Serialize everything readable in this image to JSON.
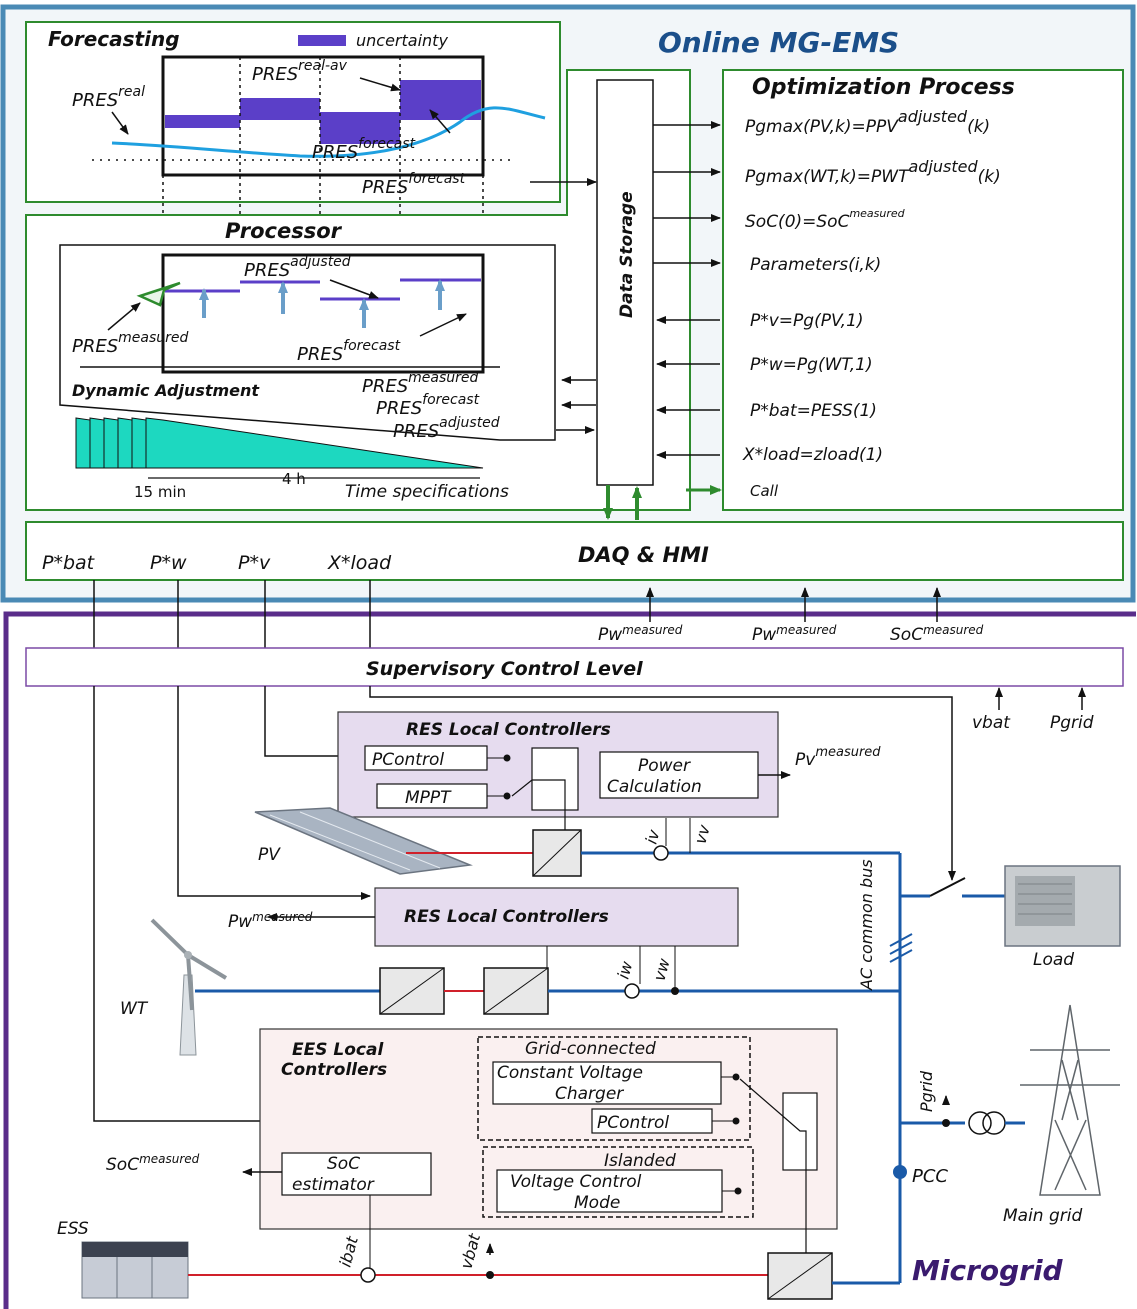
{
  "ems": {
    "title": "Online MG-EMS",
    "forecasting": {
      "title": "Forecasting",
      "legend_label": "uncertainty",
      "pres_real": "PRES",
      "pres_real_sup": "real",
      "pres_realav": "PRES",
      "pres_realav_sup": "real-av",
      "pres_forecast_in": "PRES",
      "pres_forecast_in_sup": "forecast",
      "pres_forecast_out": "PRES",
      "pres_forecast_out_sup": "forecast"
    },
    "processor": {
      "title": "Processor",
      "adjusted": "PRES",
      "adjusted_sup": "adjusted",
      "measured": "PRES",
      "measured_sup": "measured",
      "forecast": "PRES",
      "forecast_sup": "forecast",
      "dynamic": "Dynamic Adjustment",
      "out_measured": "PRES",
      "out_measured_sup": "measured",
      "out_forecast": "PRES",
      "out_forecast_sup": "forecast",
      "out_adjusted": "PRES",
      "out_adjusted_sup": "adjusted",
      "time_15": "15 min",
      "time_4h": "4 h",
      "time_spec": "Time specifications"
    },
    "data_storage": "Data Storage",
    "optimization": {
      "title": "Optimization Process",
      "eq1": "Pgmax(PV,k)=PPV",
      "eq1_sup": "adjusted",
      "eq1_tail": "(k)",
      "eq2": "Pgmax(WT,k)=PWT",
      "eq2_sup": "adjusted",
      "eq2_tail": "(k)",
      "eq3": "SoC(0)=SoC",
      "eq3_sup": "measured",
      "eq4": "Parameters(i,k)",
      "eq5": "P*v=Pg(PV,1)",
      "eq6": "P*w=Pg(WT,1)",
      "eq7": "P*bat=PESS(1)",
      "eq8": "X*load=zload(1)",
      "eq9": "Call"
    },
    "daq": {
      "title": "DAQ & HMI",
      "pbat": "P*bat",
      "pw": "P*w",
      "pv": "P*v",
      "xload": "X*load"
    }
  },
  "microgrid": {
    "title": "Microgrid",
    "inputs": {
      "pw1": "Pw",
      "pw1_sup": "measured",
      "pw2": "Pw",
      "pw2_sup": "measured",
      "soc": "SoC",
      "soc_sup": "measured"
    },
    "supervisory": "Supervisory Control Level",
    "vbat_in": "vbat",
    "pgrid_in": "Pgrid",
    "res1": {
      "title": "RES Local Controllers",
      "pcontrol": "PControl",
      "mppt": "MPPT",
      "power_calc_1": "Power",
      "power_calc_2": "Calculation",
      "pv_out": "Pv",
      "pv_out_sup": "measured"
    },
    "pv_label": "PV",
    "iv": "iv",
    "vv": "vv",
    "res2": {
      "title": "RES Local Controllers",
      "pw_out": "Pw",
      "pw_out_sup": "measured"
    },
    "wt_label": "WT",
    "iw": "iw",
    "vw": "vw",
    "ac_bus": "AC common bus",
    "load_label": "Load",
    "ees": {
      "title_1": "EES Local",
      "title_2": "Controllers",
      "grid_connected": "Grid-connected",
      "cv_1": "Constant Voltage",
      "cv_2": "Charger",
      "pcontrol": "PControl",
      "islanded": "Islanded",
      "vc_1": "Voltage Control",
      "vc_2": "Mode",
      "soc_1": "SoC",
      "soc_2": "estimator",
      "soc_out": "SoC",
      "soc_out_sup": "measured"
    },
    "ess_label": "ESS",
    "ibat": "ibat",
    "vbat": "vbat",
    "pgrid": "Pgrid",
    "pcc": "PCC",
    "main_grid": "Main grid"
  }
}
